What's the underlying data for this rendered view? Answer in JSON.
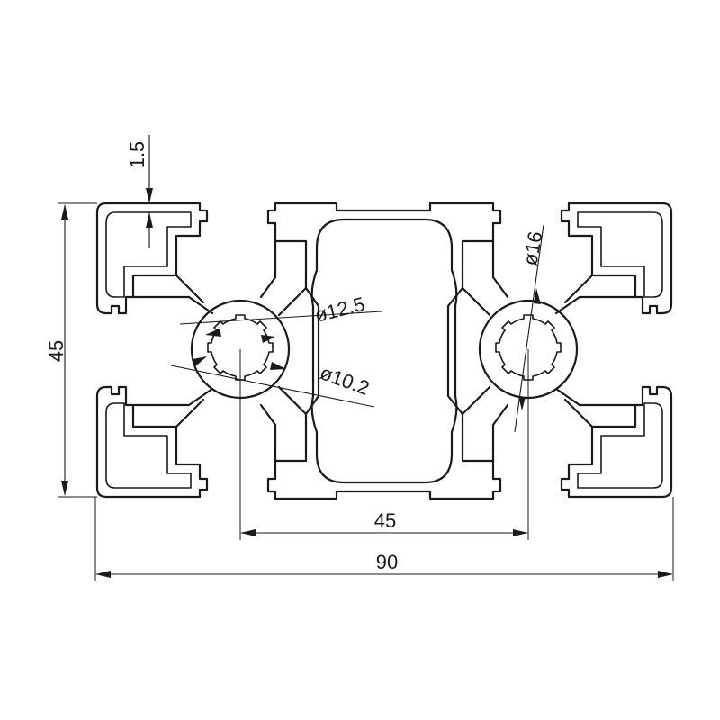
{
  "drawing": {
    "dims": {
      "overall_width": "90",
      "overall_height": "45",
      "center_spacing": "45",
      "wall_thickness": "1.5",
      "bore_outer": "ø12.5",
      "bore_inner": "ø10.2",
      "boss_diameter": "ø16"
    }
  }
}
